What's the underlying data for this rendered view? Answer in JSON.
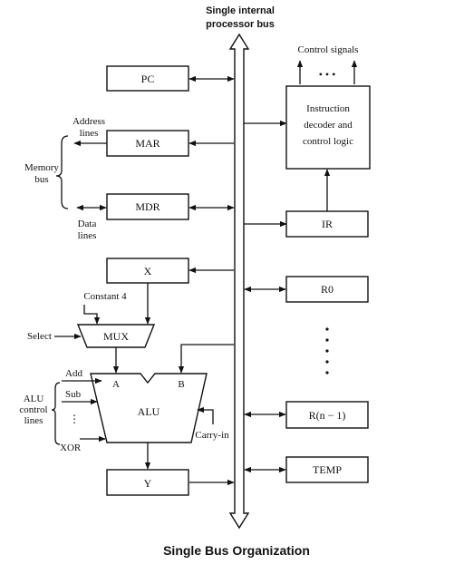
{
  "bus": {
    "title_line1": "Single internal",
    "title_line2": "processor bus"
  },
  "control": {
    "signals": "Control signals",
    "dots": "• • •",
    "decoder_line1": "Instruction",
    "decoder_line2": "decoder and",
    "decoder_line3": "control logic"
  },
  "registers": {
    "pc": "PC",
    "mar": "MAR",
    "mdr": "MDR",
    "x": "X",
    "y": "Y",
    "ir": "IR",
    "r0": "R0",
    "rn": "R(n − 1)",
    "temp": "TEMP"
  },
  "memory": {
    "address_line1": "Address",
    "address_line2": "lines",
    "bus_line1": "Memory",
    "bus_line2": "bus",
    "data_line1": "Data",
    "data_line2": "lines"
  },
  "mux": {
    "label": "MUX",
    "constant": "Constant 4",
    "select": "Select"
  },
  "alu": {
    "label": "ALU",
    "input_a": "A",
    "input_b": "B",
    "carry_in": "Carry-in",
    "control_line1": "ALU",
    "control_line2": "control",
    "control_line3": "lines",
    "ops": [
      "Add",
      "Sub",
      "XOR"
    ],
    "vdots": "⋮"
  },
  "caption": "Single Bus Organization"
}
